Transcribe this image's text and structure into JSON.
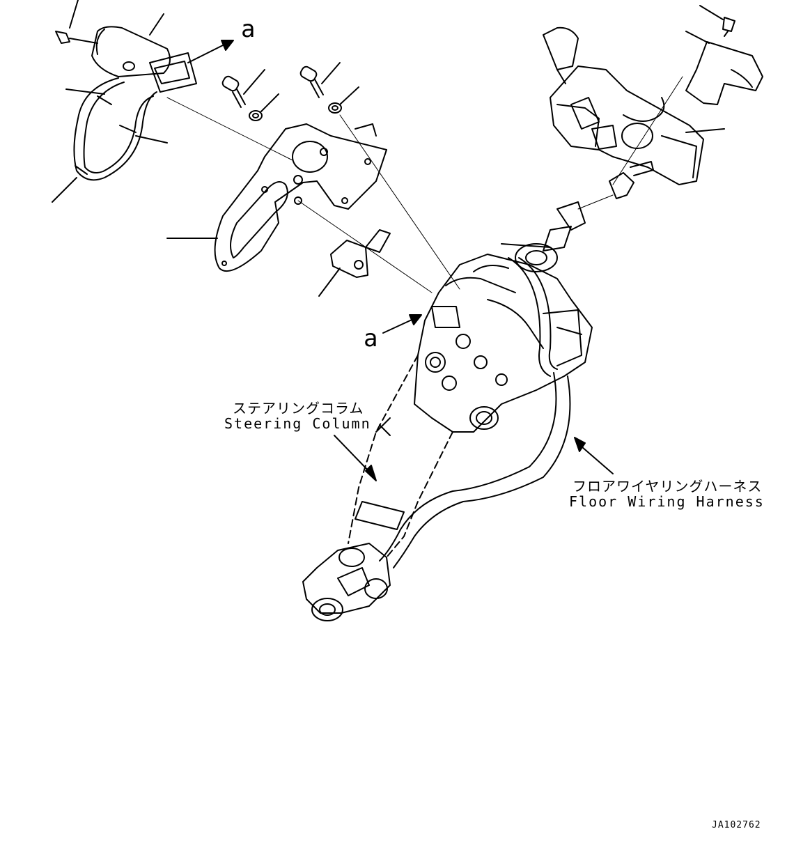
{
  "labels": {
    "steering_column_jp": "ステアリングコラム",
    "steering_column_en": "Steering Column",
    "floor_harness_jp": "フロアワイヤリングハーネス",
    "floor_harness_en": "Floor Wiring Harness",
    "ref_a_top": "a",
    "ref_a_mid": "a",
    "drawing_number": "JA102762"
  }
}
